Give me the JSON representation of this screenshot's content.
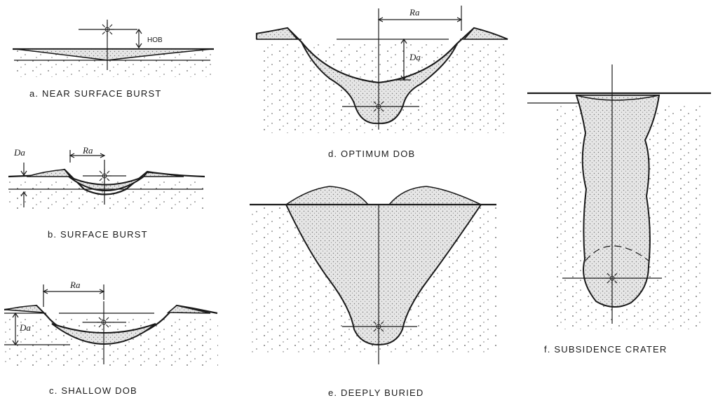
{
  "panels": {
    "a": {
      "caption": "a. NEAR SURFACE BURST",
      "hob_label": "HOB"
    },
    "b": {
      "caption": "b. SURFACE BURST",
      "da_label": "Da",
      "ra_label": "Ra"
    },
    "c": {
      "caption": "c. SHALLOW DOB",
      "da_label": "Da",
      "ra_label": "Ra"
    },
    "d": {
      "caption": "d. OPTIMUM DOB",
      "da_label": "Da",
      "ra_label": "Ra"
    },
    "e": {
      "caption": "e. DEEPLY BURIED"
    },
    "f": {
      "caption": "f. SUBSIDENCE CRATER"
    }
  },
  "colors": {
    "ink": "#1a1a1a",
    "background": "#ffffff",
    "fill_stipple": "#c8c8c8"
  }
}
